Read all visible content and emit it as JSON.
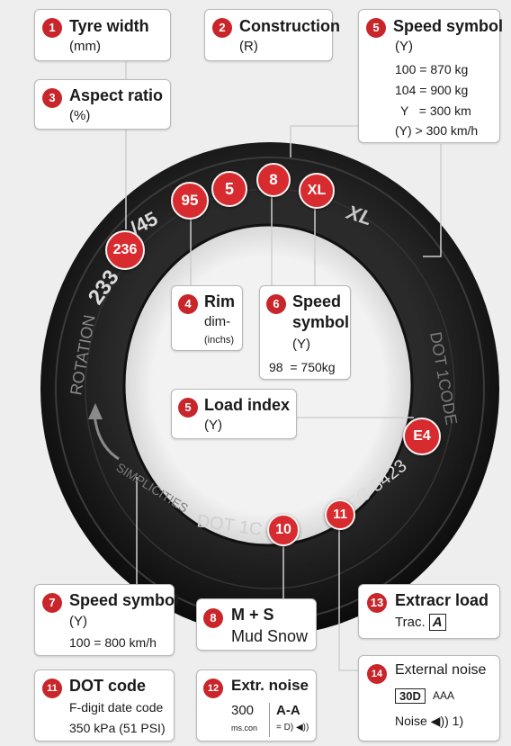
{
  "tire_text": {
    "size_a": "233",
    "size_b": "/45",
    "xl": "XL",
    "dot_left": "ROTATION",
    "dot_right": "DOT 1CODE",
    "dot_bottom": "DOT 1C",
    "ec": "EC 3423",
    "arrow_text": "SIMPLICITIES"
  },
  "markers": {
    "m236": "236",
    "m95": "95",
    "m5": "5",
    "m8": "8",
    "mXL": "XL",
    "mE4": "E4",
    "m10": "10",
    "m11": "11"
  },
  "boxes": {
    "b1": {
      "num": "1",
      "title": "Tyre width",
      "sub": "(mm)"
    },
    "b2": {
      "num": "2",
      "title": "Construction",
      "sub": "(R)"
    },
    "b3": {
      "num": "3",
      "title": "Aspect ratio",
      "sub": "(%)"
    },
    "b4": {
      "num": "4",
      "title1": "Rim",
      "title2": "dim-",
      "sub": "(inchs)"
    },
    "b5a": {
      "num": "5",
      "title": "Speed symbol",
      "sub": "(Y)",
      "lines": [
        "100 = 870 kg",
        "104 = 900 kg",
        "Y   = 300 km",
        "(Y) > 300 km/h"
      ]
    },
    "b5b": {
      "num": "5",
      "title": "Load index",
      "sub": "(Y)"
    },
    "b6": {
      "num": "6",
      "title1": "Speed",
      "title2": "symbol",
      "sub": "(Y)",
      "line": "98  = 750kg"
    },
    "b7": {
      "num": "7",
      "title": "Speed symbol",
      "sub": "(Y)",
      "line": "100 = 800 km/h"
    },
    "b8": {
      "num": "8",
      "title1": "M + S",
      "title2": "Mud Snow"
    },
    "b11": {
      "num": "11",
      "title": "DOT code",
      "line1": "F-digit date code",
      "line2": "350 kPa (51 PSI)"
    },
    "b12": {
      "num": "12",
      "title": "Extr. noise",
      "v1": "300",
      "v2": "A-A",
      "s1": "ms.con",
      "s2": "= D) ◀))"
    },
    "b13": {
      "num": "13",
      "title": "Extracr load",
      "sub": "Trac. ",
      "badge": "A"
    },
    "b14": {
      "num": "14",
      "title": "External noise",
      "badge": "30D",
      "aaa": "AAA",
      "noise": "Noise ◀)) 1)"
    }
  }
}
